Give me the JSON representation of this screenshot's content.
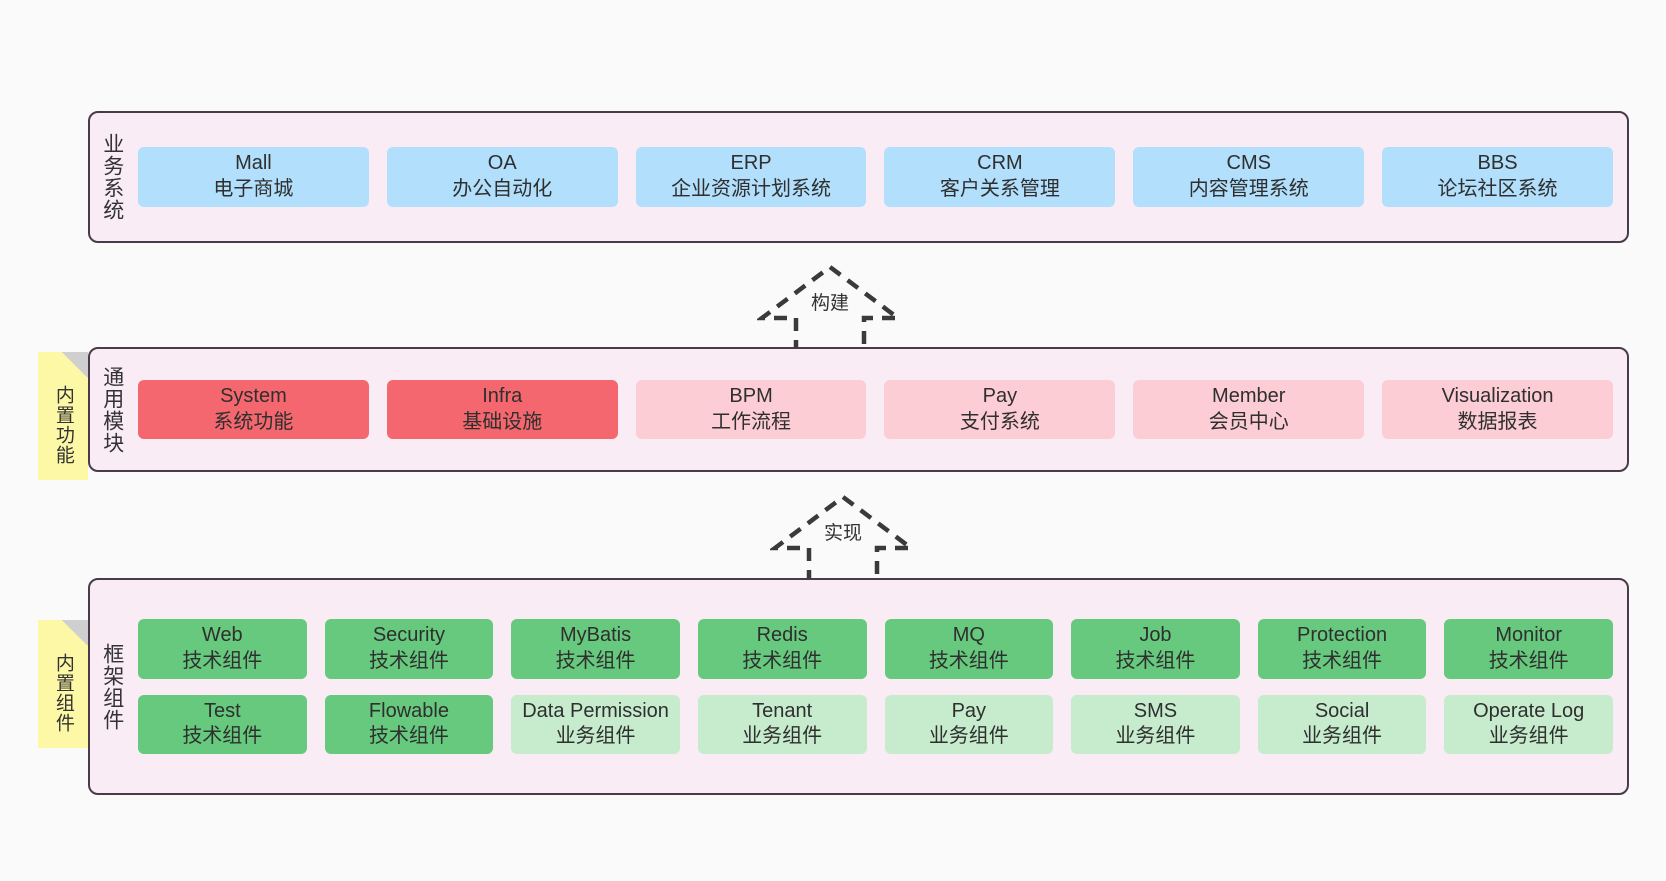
{
  "diagram": {
    "background_color": "#fafafa",
    "panel_color": "#f9ecf5",
    "panel_border_color": "#4a3b4a",
    "note_color": "#fdf8a6",
    "colors": {
      "blue": "#b2dffc",
      "red": "#f4676e",
      "pink": "#fccdd4",
      "green": "#66c97e",
      "light_green": "#c6ebcd"
    }
  },
  "layers": [
    {
      "title": "业务系统",
      "note": null,
      "rows": [
        {
          "cells": [
            {
              "en": "Mall",
              "cn": "电子商城",
              "color": "blue"
            },
            {
              "en": "OA",
              "cn": "办公自动化",
              "color": "blue"
            },
            {
              "en": "ERP",
              "cn": "企业资源计划系统",
              "color": "blue"
            },
            {
              "en": "CRM",
              "cn": "客户关系管理",
              "color": "blue"
            },
            {
              "en": "CMS",
              "cn": "内容管理系统",
              "color": "blue"
            },
            {
              "en": "BBS",
              "cn": "论坛社区系统",
              "color": "blue"
            }
          ]
        }
      ]
    },
    {
      "title": "通用模块",
      "note": "内置功能",
      "rows": [
        {
          "cells": [
            {
              "en": "System",
              "cn": "系统功能",
              "color": "red"
            },
            {
              "en": "Infra",
              "cn": "基础设施",
              "color": "red"
            },
            {
              "en": "BPM",
              "cn": "工作流程",
              "color": "pink"
            },
            {
              "en": "Pay",
              "cn": "支付系统",
              "color": "pink"
            },
            {
              "en": "Member",
              "cn": "会员中心",
              "color": "pink"
            },
            {
              "en": "Visualization",
              "cn": "数据报表",
              "color": "pink"
            }
          ]
        }
      ]
    },
    {
      "title": "框架组件",
      "note": "内置组件",
      "rows": [
        {
          "cells": [
            {
              "en": "Web",
              "cn": "技术组件",
              "color": "green"
            },
            {
              "en": "Security",
              "cn": "技术组件",
              "color": "green"
            },
            {
              "en": "MyBatis",
              "cn": "技术组件",
              "color": "green"
            },
            {
              "en": "Redis",
              "cn": "技术组件",
              "color": "green"
            },
            {
              "en": "MQ",
              "cn": "技术组件",
              "color": "green"
            },
            {
              "en": "Job",
              "cn": "技术组件",
              "color": "green"
            },
            {
              "en": "Protection",
              "cn": "技术组件",
              "color": "green"
            },
            {
              "en": "Monitor",
              "cn": "技术组件",
              "color": "green"
            }
          ]
        },
        {
          "cells": [
            {
              "en": "Test",
              "cn": "技术组件",
              "color": "green"
            },
            {
              "en": "Flowable",
              "cn": "技术组件",
              "color": "green"
            },
            {
              "en": "Data Permission",
              "cn": "业务组件",
              "color": "light_green",
              "wrap": true
            },
            {
              "en": "Tenant",
              "cn": "业务组件",
              "color": "light_green"
            },
            {
              "en": "Pay",
              "cn": "业务组件",
              "color": "light_green"
            },
            {
              "en": "SMS",
              "cn": "业务组件",
              "color": "light_green"
            },
            {
              "en": "Social",
              "cn": "业务组件",
              "color": "light_green"
            },
            {
              "en": "Operate Log",
              "cn": "业务组件",
              "color": "light_green"
            }
          ]
        }
      ]
    }
  ],
  "connectors": [
    {
      "label": "构建",
      "direction": "up"
    },
    {
      "label": "实现",
      "direction": "up"
    }
  ]
}
